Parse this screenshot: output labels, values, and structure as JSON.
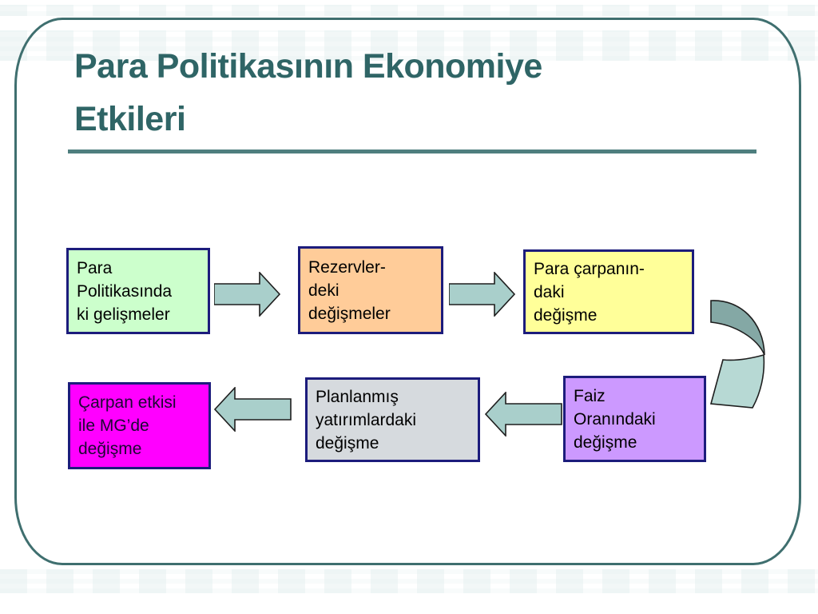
{
  "slide": {
    "title_line1": "Para Politikasının Ekonomiye",
    "title_line2": "Etkileri",
    "title_color": "#2f6566",
    "border_color": "#3f6f6f",
    "rule_color": "#4e7e7e",
    "background": "#ffffff"
  },
  "diagram": {
    "box_border": "#1c1c7c",
    "arrow_fill": "#a9cfcb",
    "arrow_outline": "#1e1e1e",
    "curved_arrow_dark": "#84a8a5",
    "curved_arrow_light": "#b7d9d4",
    "boxes": [
      {
        "id": "para-politikasi",
        "fill": "#ccffcc",
        "text_color": "#000000",
        "lines": [
          "Para",
          "Politikasında",
          "ki gelişmeler"
        ]
      },
      {
        "id": "rezervler",
        "fill": "#ffcc99",
        "text_color": "#000000",
        "lines": [
          "Rezervler-",
          "deki",
          "değişmeler"
        ]
      },
      {
        "id": "para-carpani",
        "fill": "#ffff99",
        "text_color": "#000000",
        "lines": [
          "Para çarpanın-",
          "daki",
          "değişme"
        ]
      },
      {
        "id": "faiz-orani",
        "fill": "#cc99ff",
        "text_color": "#000000",
        "lines": [
          "Faiz",
          "Oranındaki",
          "değişme"
        ]
      },
      {
        "id": "planlanmis-yatirimlar",
        "fill": "#d6dade",
        "text_color": "#000000",
        "lines": [
          "Planlanmış",
          "yatırımlardaki",
          "değişme"
        ]
      },
      {
        "id": "carpan-etkisi",
        "fill": "#ff00ff",
        "text_color": "#1c0733",
        "lines": [
          "Çarpan etkisi",
          "ile MG’de",
          "değişme"
        ]
      }
    ]
  }
}
